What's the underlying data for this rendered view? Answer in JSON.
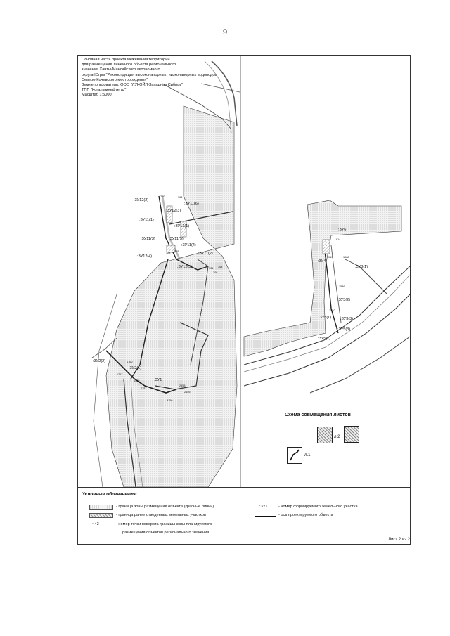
{
  "page_number": "9",
  "header": {
    "lines": [
      "Основная часть проекта межевания территории",
      "для размещения линейного объекта регионального",
      "значения Ханты-Мансийского автономного",
      "округа-Югры \"Реконструкция высоконапорных, низконапорных водоводов",
      "Северо-Кочевского месторождения\"",
      "Землепользователь: ООО \"ЛУКОЙЛ-Западная Сибирь\"",
      "ТПП \"Когалымнефтегаз\"",
      "Масштаб 1:5000"
    ]
  },
  "map_labels": {
    "zu12_2": ":ЗУ12(2)",
    "zu11_6": ":ЗУ11(6)",
    "zu12_3": ":ЗУ12(3)",
    "zu11_1": ":ЗУ11(1)",
    "zu12_1": ":ЗУ12(1)",
    "zu11_3": ":ЗУ11(3)",
    "zu11_5": ":ЗУ11(5)",
    "zu11_4": ":ЗУ11(4)",
    "zu12_4": ":ЗУ12(4)",
    "zu11_2": ":ЗУ11(2)",
    "zu12_5": ":ЗУ12(5)",
    "zu2_2": ":ЗУ2(2)",
    "zu2_1": ":ЗУ2(1)",
    "zu1": ":ЗУ1",
    "zu6": ":ЗУ6",
    "zu4": ":ЗУ4",
    "zu3_1": ":ЗУ3(1)",
    "zu3_2": ":ЗУ3(2)",
    "zu5_1": ":ЗУ5(1)",
    "zu3_3": ":ЗУ3(3)",
    "zu5_3": ":ЗУ5(3)",
    "zu5_2": ":ЗУ5(2)"
  },
  "point_numbers": [
    "760",
    "763",
    "723",
    "735",
    "101",
    "108",
    "106",
    "1760",
    "1717",
    "1465",
    "2157",
    "2153",
    "2155",
    "3156",
    "914",
    "919",
    "1088",
    "1586",
    "1510"
  ],
  "scheme": {
    "title": "Схема совмещения листов",
    "sheet2": "л.2",
    "sheet1": "л.1"
  },
  "legend": {
    "title": "Условные обозначения:",
    "items": [
      "- граница зоны размещения объекта (красные линии)",
      "- граница ранее отведенных земельных участков",
      "- номер точки поворота границы зоны планируемого",
      "размещения объектов регионального значения"
    ],
    "point_symbol": "• 43",
    "zu_symbol": ":ЗУ1",
    "zu_desc": "- номер формируемого земельного участка",
    "axis_desc": "- ось проектируемого объекта"
  },
  "footer": "Лист 2 из 2"
}
